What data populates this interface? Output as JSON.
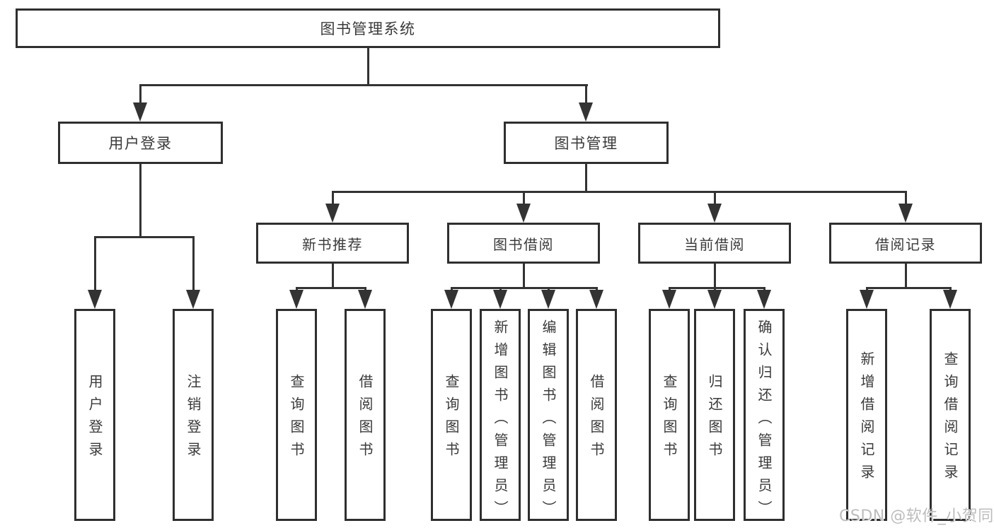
{
  "tree": {
    "label": "图书管理系统",
    "children": [
      {
        "label": "用户登录",
        "children": [
          {
            "label": "用户登录"
          },
          {
            "label": "注销登录"
          }
        ]
      },
      {
        "label": "图书管理",
        "children": [
          {
            "label": "新书推荐",
            "children": [
              {
                "label": "查询图书"
              },
              {
                "label": "借阅图书"
              }
            ]
          },
          {
            "label": "图书借阅",
            "children": [
              {
                "label": "查询图书"
              },
              {
                "label": "新增图书（管理员）"
              },
              {
                "label": "编辑图书（管理员）"
              },
              {
                "label": "借阅图书"
              }
            ]
          },
          {
            "label": "当前借阅",
            "children": [
              {
                "label": "查询图书"
              },
              {
                "label": "归还图书"
              },
              {
                "label": "确认归还（管理员）"
              }
            ]
          },
          {
            "label": "借阅记录",
            "children": [
              {
                "label": "新增借阅记录"
              },
              {
                "label": "查询借阅记录"
              }
            ]
          }
        ]
      }
    ]
  },
  "watermark": {
    "text": "CSDN @软件_小贺同学"
  },
  "colors": {
    "line": "#333333",
    "box_border": "#2f2f2f",
    "text": "#3a3a3a",
    "watermark": "#bdbdbd",
    "background": "#ffffff"
  }
}
